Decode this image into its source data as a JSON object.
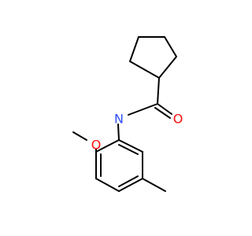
{
  "molecule": {
    "atoms": {
      "amide_n": {
        "symbol": "N",
        "color": "#3050F8"
      },
      "carbonyl_o": {
        "symbol": "O",
        "color": "#FF0D0D"
      },
      "methoxy_o": {
        "symbol": "O",
        "color": "#FF0D0D"
      }
    },
    "bond_color": "#000000"
  }
}
